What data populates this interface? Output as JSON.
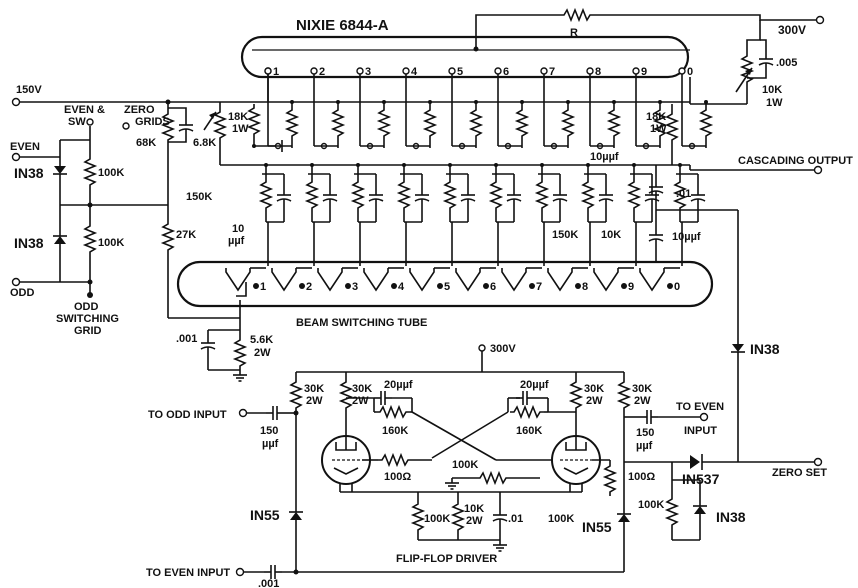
{
  "diagram": {
    "nixie_title": "NIXIE 6844-A",
    "nixie_digits": [
      "1",
      "2",
      "3",
      "4",
      "5",
      "6",
      "7",
      "8",
      "9",
      "0"
    ],
    "top_resistor": "R",
    "v300_top": "300V",
    "cap_005": ".005",
    "pot_10k": "10K",
    "pot_10k_unit": "1W",
    "v150": "150V",
    "even_sw_line1": "EVEN &",
    "even_sw_line2": "SW",
    "zero_grids_line1": "ZERO",
    "zero_grids_line2": "GRIDS",
    "even_label": "EVEN",
    "r68k": "68K",
    "r68k_b": "6.8K",
    "r18k_left": "18K",
    "r18k_left_unit": "1W",
    "r18k_right": "18K",
    "r18k_right_unit": "1W",
    "in38_top": "IN38",
    "in38_mid": "IN38",
    "r100k_a": "100K",
    "r100k_b": "100K",
    "r27k": "27K",
    "odd_label": "ODD",
    "odd_sw_line1": "ODD",
    "odd_sw_line2": "SWITCHING",
    "odd_sw_line3": "GRID",
    "r150k_left": "150K",
    "cap10_line1": "10",
    "cap10_line2": "µµf",
    "cap10uuf_right": "10µµf",
    "r150k_right": "150K",
    "r10k_right": "10K",
    "cap10uuf_bottom": "10µµf",
    "cascading_output": "CASCADING OUTPUT",
    "cap_01_right": ".01",
    "bst_digits": [
      "1",
      "2",
      "3",
      "4",
      "5",
      "6",
      "7",
      "8",
      "9",
      "0"
    ],
    "bst_label": "BEAM SWITCHING TUBE",
    "cap_001": ".001",
    "r56k": "5.6K",
    "r56k_unit": "2W",
    "in38_right": "IN38",
    "v300_ff": "300V",
    "r30k_1": "30K",
    "r30k_1u": "2W",
    "r30k_2": "30K",
    "r30k_2u": "2W",
    "r30k_3": "30K",
    "r30k_3u": "2W",
    "r30k_4": "30K",
    "r30k_4u": "2W",
    "c20_left": "20µµf",
    "c20_right": "20µµf",
    "r160k_left": "160K",
    "r160k_right": "160K",
    "to_odd_input": "TO ODD INPUT",
    "c150_left": "150",
    "c150_left_u": "µµf",
    "c150_right": "150",
    "c150_right_u": "µµf",
    "to_even_input_r1": "TO EVEN",
    "to_even_input_r2": "INPUT",
    "r100ohm_left": "100Ω",
    "r100ohm_right": "100Ω",
    "r100k_center": "100K",
    "in537": "IN537",
    "zero_set": "ZERO SET",
    "in55_left": "IN55",
    "in55_right": "IN55",
    "r100k_ff1": "100K",
    "r10k_2w": "10K",
    "r10k_2w_u": "2W",
    "c01_ff": ".01",
    "r100k_ff2": "100K",
    "r100k_ff3": "100K",
    "in38_br": "IN38",
    "flip_flop": "FLIP-FLOP DRIVER",
    "to_even_input_bottom": "TO EVEN INPUT",
    "cap_001_bottom": ".001"
  }
}
